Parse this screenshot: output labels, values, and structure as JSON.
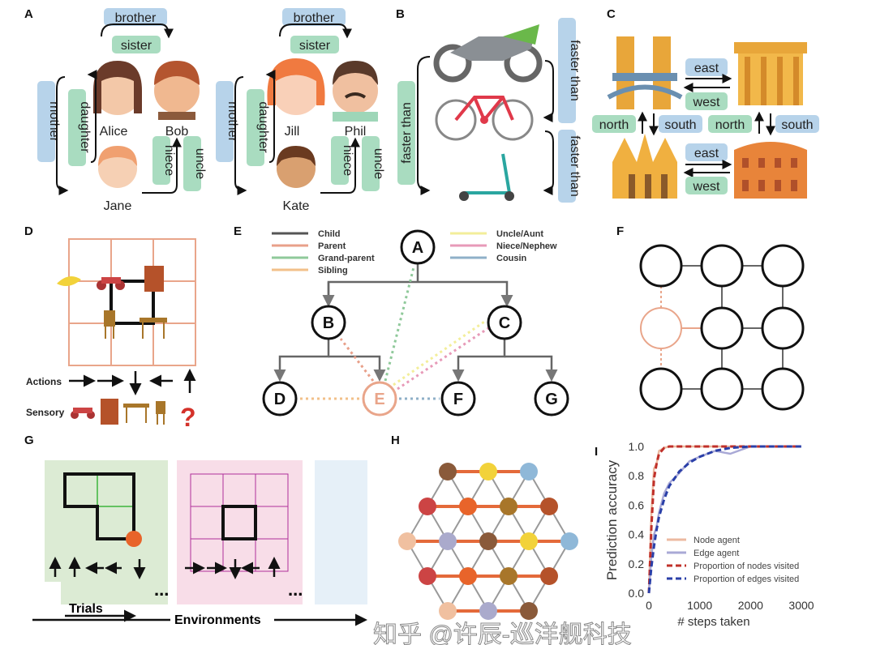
{
  "panels": {
    "A": {
      "label": "A",
      "family1": {
        "brother": "brother",
        "sister": "sister",
        "mother": "mother",
        "daughter": "daughter",
        "niece": "niece",
        "uncle": "uncle",
        "names": [
          "Alice",
          "Bob",
          "Jane"
        ]
      },
      "family2": {
        "brother": "brother",
        "sister": "sister",
        "mother": "mother",
        "daughter": "daughter",
        "niece": "niece",
        "uncle": "uncle",
        "names": [
          "Jill",
          "Phil",
          "Kate"
        ]
      }
    },
    "B": {
      "label": "B",
      "relations": [
        "faster than",
        "faster than",
        "faster than"
      ]
    },
    "C": {
      "label": "C",
      "relations": {
        "east1": "east",
        "west1": "west",
        "north1": "north",
        "south1": "south",
        "north2": "north",
        "south2": "south",
        "east2": "east",
        "west2": "west"
      }
    },
    "D": {
      "label": "D",
      "actions": "Actions",
      "sensory": "Sensory",
      "question": "?"
    },
    "E": {
      "label": "E",
      "nodes": [
        "A",
        "B",
        "C",
        "D",
        "E",
        "F",
        "G"
      ],
      "legend": [
        {
          "label": "Child",
          "color": "#555555"
        },
        {
          "label": "Parent",
          "color": "#e8a08a"
        },
        {
          "label": "Grand-parent",
          "color": "#8fc99a"
        },
        {
          "label": "Sibling",
          "color": "#f2c08a"
        },
        {
          "label": "Uncle/Aunt",
          "color": "#f3ee9a"
        },
        {
          "label": "Niece/Nephew",
          "color": "#e79ab8"
        },
        {
          "label": "Cousin",
          "color": "#8fb0c8"
        }
      ]
    },
    "F": {
      "label": "F"
    },
    "G": {
      "label": "G",
      "trials": "Trials",
      "environments": "Environments",
      "ellipsis": "..."
    },
    "H": {
      "label": "H"
    },
    "I": {
      "label": "I"
    }
  },
  "chart_data": {
    "type": "line",
    "title": "",
    "xlabel": "# steps taken",
    "ylabel": "Prediction accuracy",
    "xlim": [
      0,
      3000
    ],
    "ylim": [
      0,
      1.0
    ],
    "xticks": [
      "0",
      "1000",
      "2000",
      "3000"
    ],
    "yticks": [
      "0.0",
      "0.2",
      "0.4",
      "0.6",
      "0.8",
      "1.0"
    ],
    "legend_position": "lower-right",
    "x": [
      0,
      50,
      100,
      150,
      200,
      300,
      400,
      600,
      800,
      1000,
      1300,
      1600,
      2000,
      2500,
      3000
    ],
    "series": [
      {
        "name": "Node agent",
        "color": "#ecb9a0",
        "style": "solid",
        "values": [
          0,
          0.55,
          0.85,
          0.88,
          0.97,
          0.99,
          1,
          1,
          1,
          1,
          1,
          1,
          1,
          1,
          1
        ]
      },
      {
        "name": "Edge agent",
        "color": "#a9a9d6",
        "style": "solid",
        "values": [
          0,
          0.25,
          0.4,
          0.45,
          0.55,
          0.68,
          0.75,
          0.82,
          0.9,
          0.93,
          0.97,
          0.95,
          1,
          1,
          1
        ]
      },
      {
        "name": "Proportion of nodes visited",
        "color": "#c0302a",
        "style": "dashed",
        "values": [
          0,
          0.45,
          0.78,
          0.88,
          0.95,
          0.99,
          1,
          1,
          1,
          1,
          1,
          1,
          1,
          1,
          1
        ]
      },
      {
        "name": "Proportion of edges visited",
        "color": "#2a3fa8",
        "style": "dashed",
        "values": [
          0,
          0.18,
          0.32,
          0.43,
          0.52,
          0.64,
          0.73,
          0.83,
          0.89,
          0.93,
          0.97,
          0.99,
          1,
          1,
          1
        ]
      }
    ]
  },
  "watermark": "知乎 @许辰-巡洋舰科技"
}
